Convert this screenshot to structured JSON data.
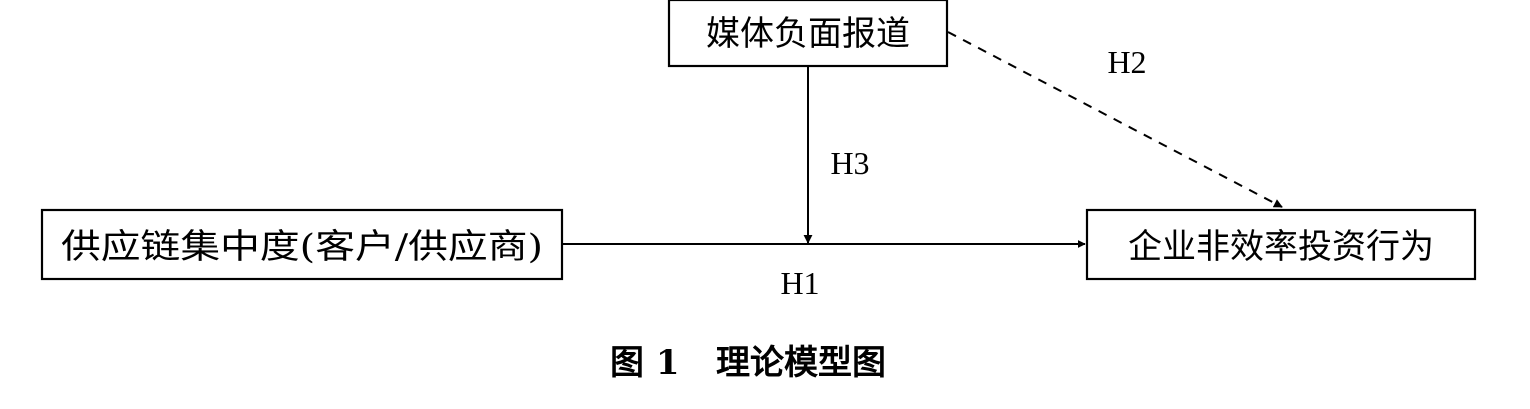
{
  "diagram": {
    "nodes": {
      "media": {
        "label": "媒体负面报道"
      },
      "supply_chain": {
        "label": "供应链集中度(客户/供应商)"
      },
      "investment": {
        "label": "企业非效率投资行为"
      }
    },
    "edges": {
      "h1": {
        "label": "H1",
        "from": "supply_chain",
        "to": "investment",
        "style": "solid"
      },
      "h2": {
        "label": "H2",
        "from": "media",
        "to": "investment",
        "style": "dashed"
      },
      "h3": {
        "label": "H3",
        "from": "media",
        "to": "h1",
        "style": "solid"
      }
    }
  },
  "caption": {
    "number": "图 1",
    "title": "理论模型图"
  },
  "colors": {
    "line": "#000000",
    "background": "#ffffff"
  }
}
